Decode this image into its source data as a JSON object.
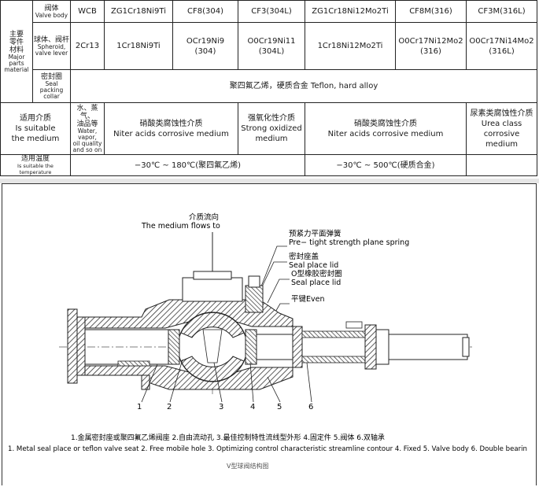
{
  "table": {
    "material_header": {
      "cn": "主要零件材料",
      "cn_lines": [
        "主要",
        "零件",
        "材料"
      ],
      "en_lines": [
        "Major",
        "parts",
        "material"
      ]
    },
    "valve_body": {
      "cn": "阀体",
      "en": "Valve body",
      "values": [
        "WCB",
        "ZG1Cr18Ni9Ti",
        "CF8(304)",
        "CF3(304L)",
        "ZG1Cr18Ni12Mo2Ti",
        "CF8M(316)",
        "CF3M(316L)"
      ]
    },
    "spheroid": {
      "cn": "球体、阀杆",
      "en_lines": [
        "Spheroid,",
        "valve lever"
      ],
      "values": [
        {
          "line1": "2Cr13",
          "line2": ""
        },
        {
          "line1": "1Cr18Ni9Ti",
          "line2": ""
        },
        {
          "line1": "OCr19Ni9",
          "line2": "(304)"
        },
        {
          "line1": "O0Cr19Ni11",
          "line2": "(304L)"
        },
        {
          "line1": "1Cr18Ni12Mo2Ti",
          "line2": ""
        },
        {
          "line1": "O0Cr17Ni12Mo2",
          "line2": "(316)"
        },
        {
          "line1": "O0Cr17Ni14Mo2",
          "line2": "(316L)"
        }
      ]
    },
    "seal_collar": {
      "cn": "密封圈",
      "en_lines": [
        "Seal packing",
        "collar"
      ],
      "value": "聚四氟乙烯，硬质合金 Teflon, hard alloy"
    },
    "medium": {
      "label_cn": "适用介质",
      "label_en_lines": [
        "Is suitable",
        "the medium"
      ],
      "col1_cn_lines": [
        "水、蒸气、",
        "油品等"
      ],
      "col1_en_lines": [
        "Water, vapor,",
        "oil quality",
        "and so on"
      ],
      "col2_cn": "硝酸类腐蚀性介质",
      "col2_en": "Niter acids corrosive medium",
      "col3_cn": "强氧化性介质",
      "col3_en_lines": [
        "Strong oxidized",
        "medium"
      ],
      "col4_cn": "硝酸类腐蚀性介质",
      "col4_en": "Niter acids corrosive medium",
      "col5_cn": "尿素类腐蚀性介质",
      "col5_en_lines": [
        "Urea class",
        "corrosive medium"
      ]
    },
    "temperature": {
      "label_cn": "适用温度",
      "label_en": "Is suitable the temperature",
      "range1": "−30℃ ~ 180℃(聚四氟乙烯)",
      "range2": "−30℃ ~ 500℃(硬质合金)"
    }
  },
  "diagram": {
    "flow_cn": "介质流向",
    "flow_en": "The medium flows to",
    "callouts": {
      "spring_cn": "预紧力平面弹簧",
      "spring_en": "Pre− tight strength plane spring",
      "lid_cn": "密封座盖",
      "lid_en": "Seal place lid",
      "oring_cn": "O型橡胶密封圈",
      "oring_en": "Seal place lid",
      "key_cn": "平键Even"
    },
    "numbers": [
      "1",
      "2",
      "3",
      "4",
      "5",
      "6"
    ],
    "caption_cn": "1.金属密封座或聚四氟乙烯阀座  2.自由流动孔  3.最佳控制特性流线型外形  4.固定件  5.阀体  6.双轴承",
    "caption_en": "1. Metal seal place or teflon valve seat 2. Free mobile hole 3. Optimizing control characteristic streamline contour 4. Fixed 5. Valve body 6. Double bearin",
    "title_cut": "V型球阀结构图"
  },
  "colors": {
    "line": "#222222",
    "hatch": "#333333",
    "band": "#e6e6e6"
  }
}
